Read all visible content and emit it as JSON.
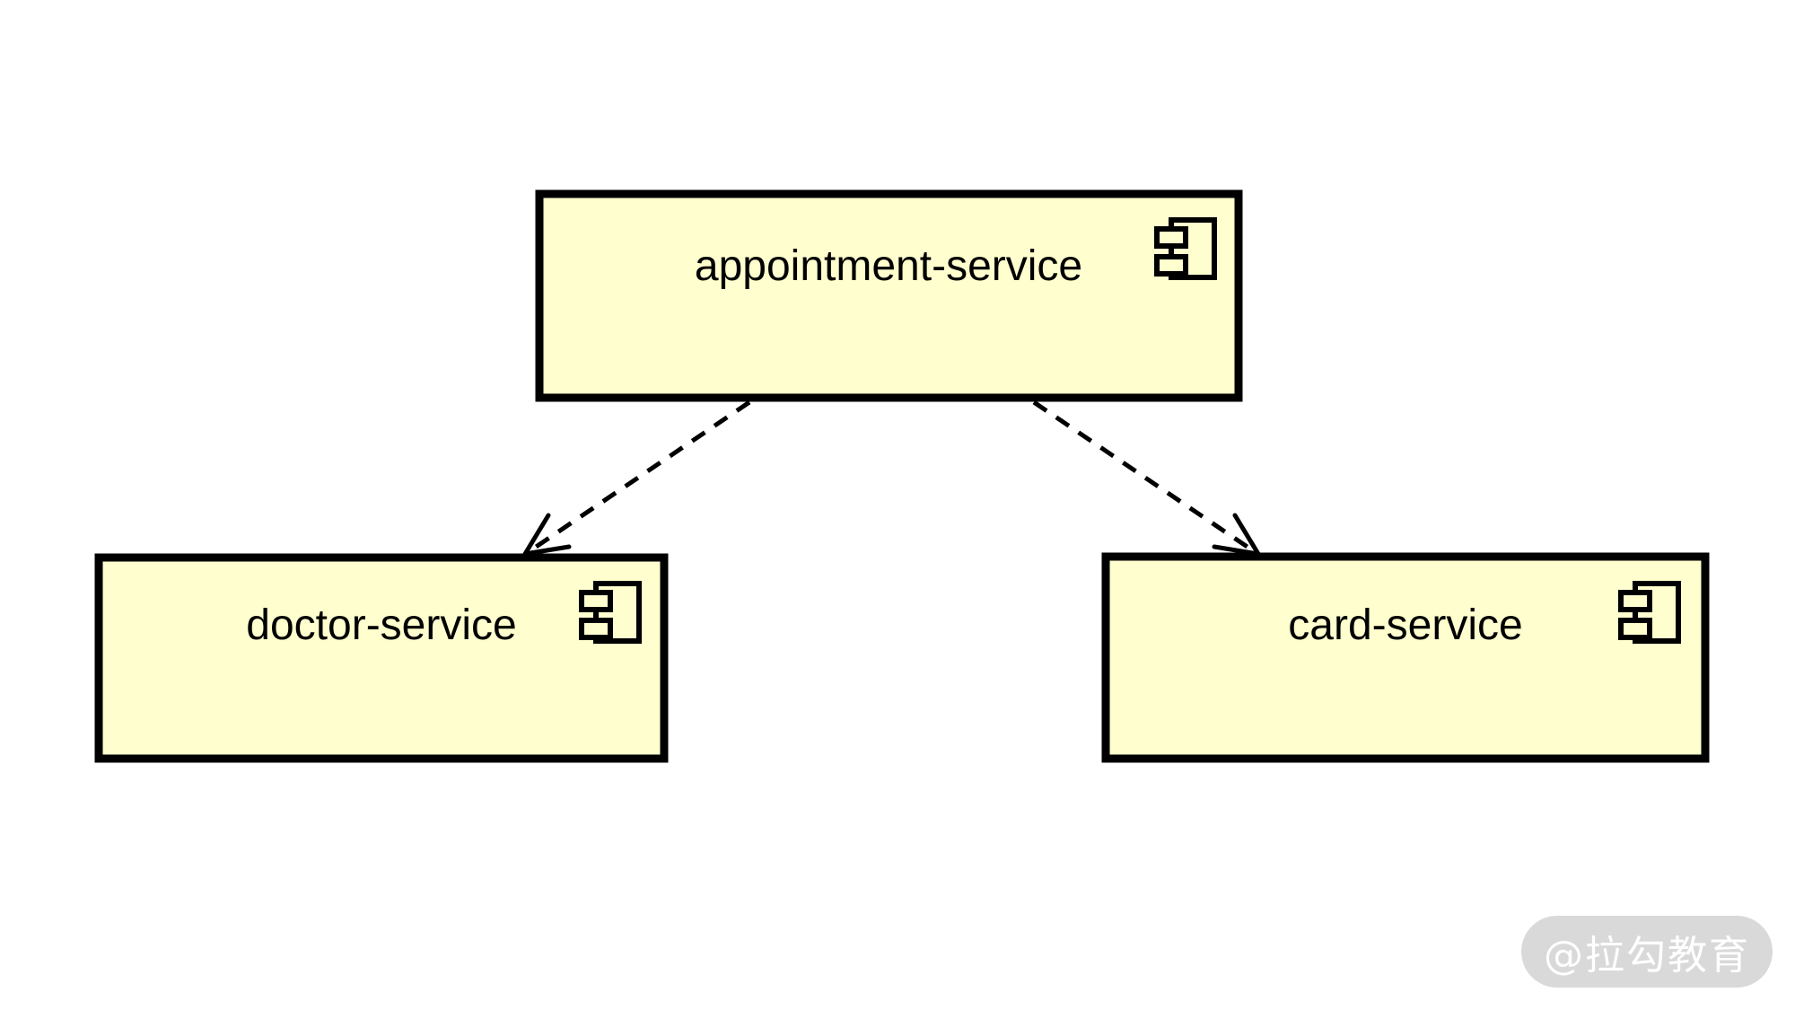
{
  "diagram": {
    "type": "uml-component-diagram",
    "components": [
      {
        "id": "appointment-service",
        "label": "appointment-service",
        "icon": "uml-component-icon"
      },
      {
        "id": "doctor-service",
        "label": "doctor-service",
        "icon": "uml-component-icon"
      },
      {
        "id": "card-service",
        "label": "card-service",
        "icon": "uml-component-icon"
      }
    ],
    "connections": [
      {
        "from": "appointment-service",
        "to": "doctor-service",
        "style": "dashed",
        "arrowhead": "open"
      },
      {
        "from": "appointment-service",
        "to": "card-service",
        "style": "dashed",
        "arrowhead": "open"
      }
    ],
    "colors": {
      "background": "#ffffff",
      "component_fill": "#FEFECE",
      "line": "#000000",
      "watermark_bg": "#d9d9d9",
      "watermark_text": "#ffffff"
    }
  },
  "watermark": {
    "label": "@拉勾教育"
  }
}
